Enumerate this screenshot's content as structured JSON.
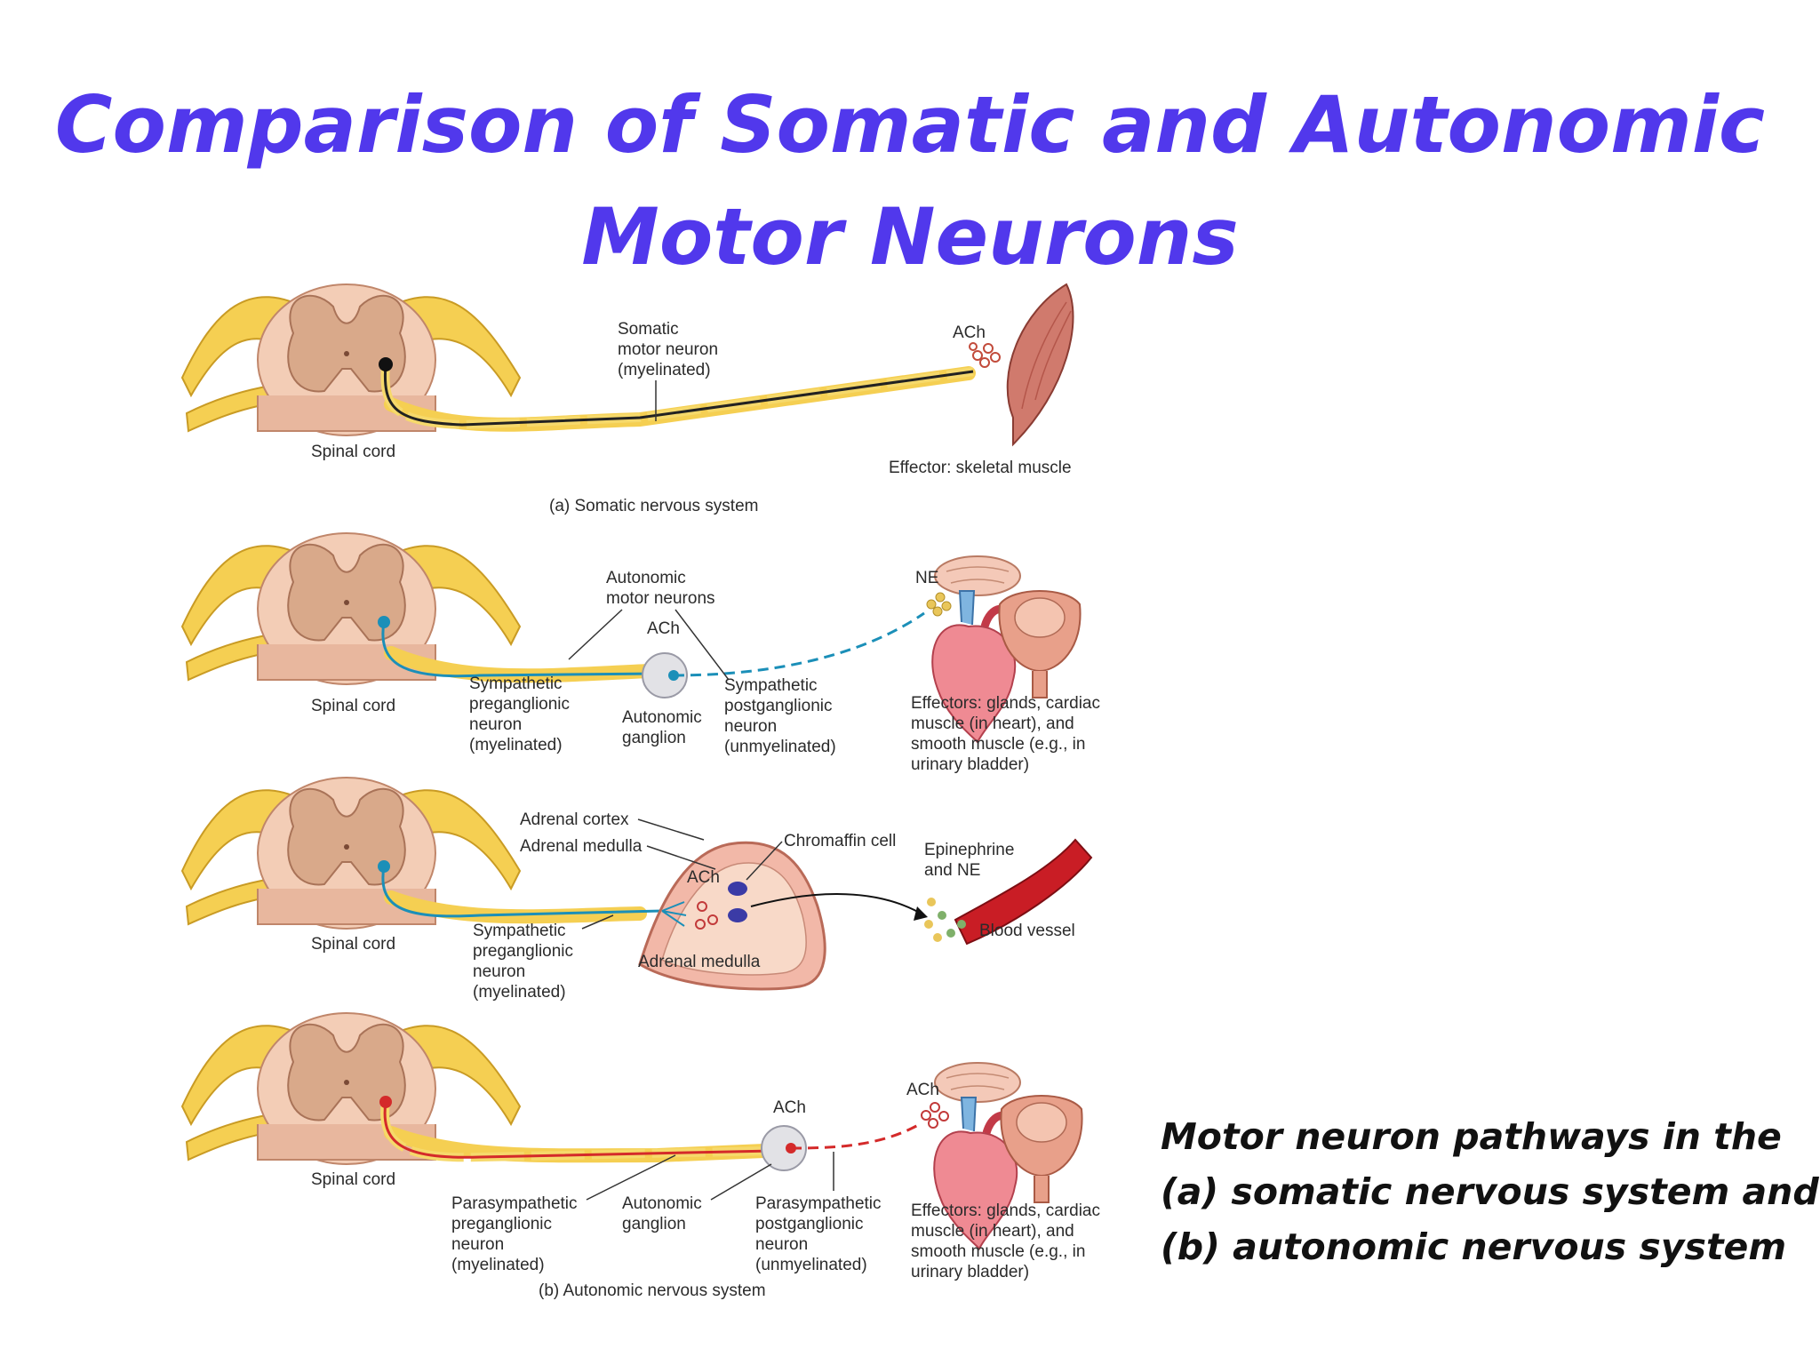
{
  "title": {
    "line1": "Comparison of Somatic and Autonomic",
    "line2": "Motor Neurons"
  },
  "caption": {
    "line1": "Motor neuron pathways in the",
    "line2": "(a) somatic nervous system and",
    "line3": "(b) autonomic nervous system"
  },
  "colors": {
    "title": "#5138ec",
    "somatic_neuron": "#222222",
    "sympathetic_neuron": "#1b8fb8",
    "parasympathetic_neuron": "#d42a2a",
    "nerve": "#f5cf52",
    "gray_matter": "#d9a98a",
    "white_matter": "#f3cdb6"
  },
  "panel_a": {
    "somatic_l1": "Somatic",
    "somatic_l2": "motor neuron",
    "somatic_l3": "(myelinated)",
    "ach": "ACh",
    "spinal_cord": "Spinal cord",
    "effector": "Effector: skeletal muscle",
    "label": "(a) Somatic nervous system"
  },
  "panel_b": {
    "auto_l1": "Autonomic",
    "auto_l2": "motor neurons",
    "ach": "ACh",
    "ne": "NE",
    "spinal_cord": "Spinal cord",
    "pre_l1": "Sympathetic",
    "pre_l2": "preganglionic",
    "pre_l3": "neuron",
    "pre_l4": "(myelinated)",
    "ganglion_l1": "Autonomic",
    "ganglion_l2": "ganglion",
    "post_l1": "Sympathetic",
    "post_l2": "postganglionic",
    "post_l3": "neuron",
    "post_l4": "(unmyelinated)",
    "eff_l1": "Effectors: glands, cardiac",
    "eff_l2": "muscle (in heart), and",
    "eff_l3": "smooth muscle (e.g., in",
    "eff_l4": "urinary bladder)"
  },
  "panel_c": {
    "cortex": "Adrenal cortex",
    "medulla": "Adrenal medulla",
    "chromaffin": "Chromaffin cell",
    "ach": "ACh",
    "epi_l1": "Epinephrine",
    "epi_l2": "and NE",
    "blood_vessel": "Blood vessel",
    "spinal_cord": "Spinal cord",
    "pre_l1": "Sympathetic",
    "pre_l2": "preganglionic",
    "pre_l3": "neuron",
    "pre_l4": "(myelinated)",
    "adrenal_medulla": "Adrenal medulla"
  },
  "panel_d": {
    "ach1": "ACh",
    "ach2": "ACh",
    "spinal_cord": "Spinal cord",
    "pre_l1": "Parasympathetic",
    "pre_l2": "preganglionic",
    "pre_l3": "neuron",
    "pre_l4": "(myelinated)",
    "ganglion_l1": "Autonomic",
    "ganglion_l2": "ganglion",
    "post_l1": "Parasympathetic",
    "post_l2": "postganglionic",
    "post_l3": "neuron",
    "post_l4": "(unmyelinated)",
    "eff_l1": "Effectors: glands, cardiac",
    "eff_l2": "muscle (in heart), and",
    "eff_l3": "smooth muscle (e.g., in",
    "eff_l4": "urinary bladder)",
    "label": "(b) Autonomic nervous system"
  }
}
